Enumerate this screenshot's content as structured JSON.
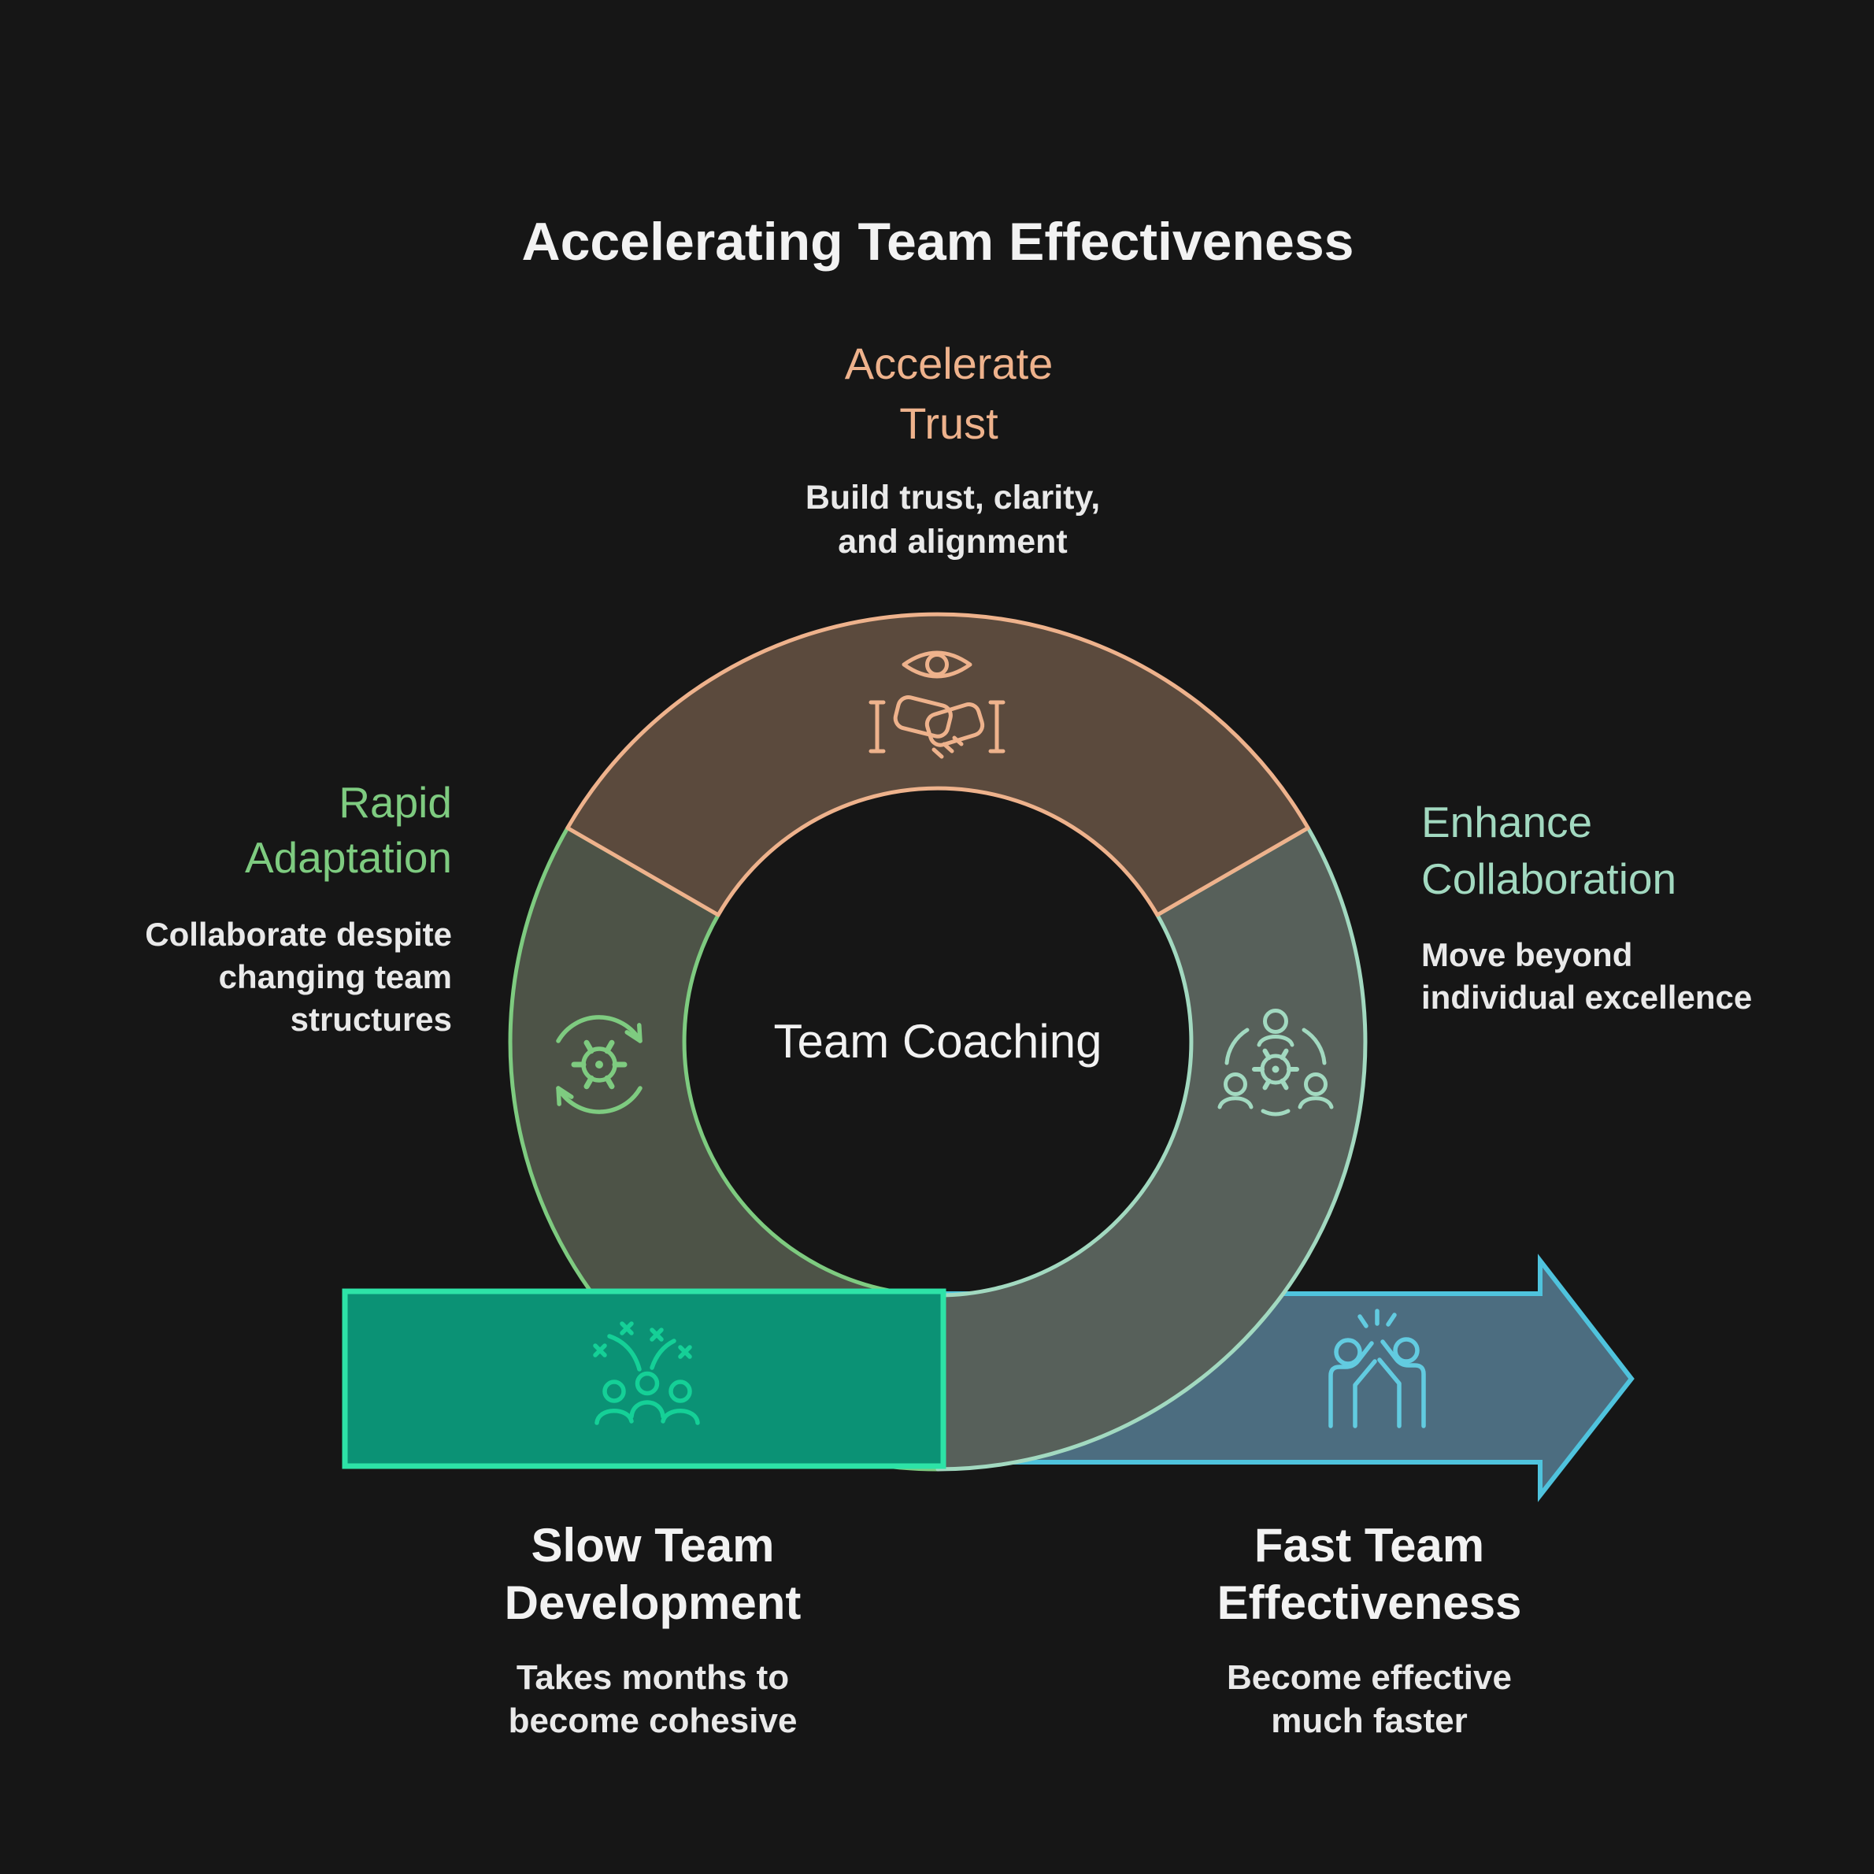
{
  "title": "Accelerating Team Effectiveness",
  "center_label": "Team Coaching",
  "sections": {
    "trust": {
      "label_lines": [
        "Accelerate",
        "Trust"
      ],
      "desc_lines": [
        "Build trust, clarity,",
        "and alignment"
      ],
      "icons": [
        "eye-icon",
        "handshake-icon"
      ]
    },
    "adaptation": {
      "label_lines": [
        "Rapid",
        "Adaptation"
      ],
      "desc_lines": [
        "Collaborate despite",
        "changing team",
        "structures"
      ],
      "icons": [
        "cycle-gear-icon"
      ]
    },
    "collaboration": {
      "label_lines": [
        "Enhance",
        "Collaboration"
      ],
      "desc_lines": [
        "Move beyond",
        "individual excellence"
      ],
      "icons": [
        "people-gear-icon"
      ]
    }
  },
  "arrow": {
    "slow": {
      "label_lines": [
        "Slow Team",
        "Development"
      ],
      "desc_lines": [
        "Takes months to",
        "become cohesive"
      ],
      "icons": [
        "team-celebration-icon"
      ]
    },
    "fast": {
      "label_lines": [
        "Fast Team",
        "Effectiveness"
      ],
      "desc_lines": [
        "Become effective",
        "much faster"
      ],
      "icons": [
        "high-five-icon"
      ]
    }
  },
  "colors": {
    "background": "#161616",
    "title_text": "#f2f2f2",
    "body_text": "#e9e9e9",
    "salmon": "#eeb28c",
    "salmon_fill": "#5b4a3d",
    "green": "#7ecb80",
    "green_fill": "#4d5347",
    "mint": "#a2d9c0",
    "mint_fill": "#57605a",
    "teal_rect_fill": "#0b9275",
    "teal_rect_border": "#2de3a7",
    "teal_icon": "#15d097",
    "blue_fill": "#4c6d80",
    "blue_border": "#4fc3dd",
    "blue_icon": "#62cbe0"
  }
}
